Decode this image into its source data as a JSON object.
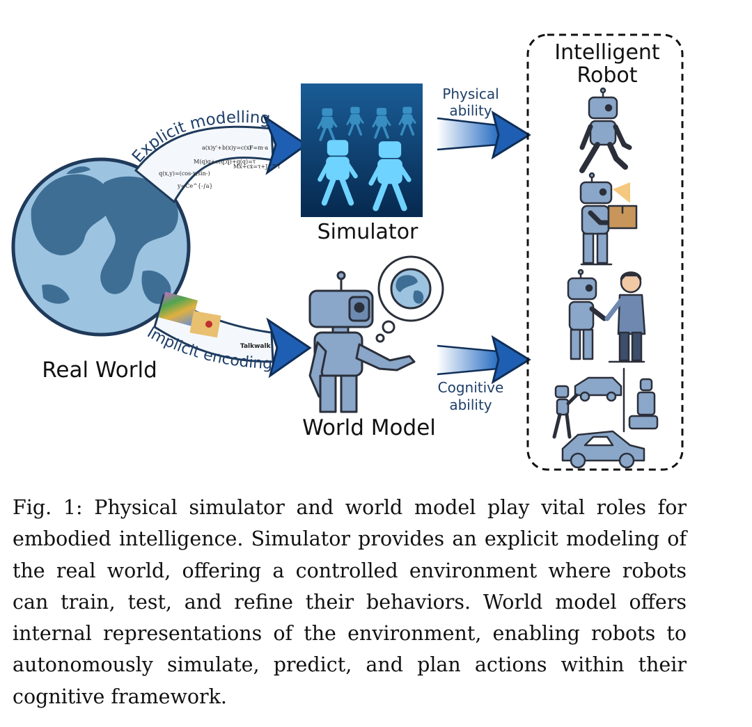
{
  "labels": {
    "real_world": "Real World",
    "simulator": "Simulator",
    "world_model": "World Model",
    "intelligent_robot_line1": "Intelligent",
    "intelligent_robot_line2": "Robot",
    "explicit_modelling": "Explicit modelling",
    "implicit_encoding": "Implicit encoding",
    "physical_line1": "Physical",
    "physical_line2": "ability",
    "cognitive_line1": "Cognitive",
    "cognitive_line2": "ability"
  },
  "equations": [
    "q(x,y)=(cos-x,sin-)",
    "a(x)y'+b(x)y=c(x)",
    "M(q)q+c(q,q)+g(q)=τ",
    "F=m·a",
    "y=Ce^{-∫a}",
    "Mẍ+cẋ=τ+J^T f"
  ],
  "video_tag": "Talkwalk",
  "caption": "Fig. 1: Physical simulator and world model play vital roles for embodied intelligence. Simulator provides an explicit modeling of the real world, offering a controlled environment where robots can train, test, and refine their behaviors. World model offers internal representations of the environment, enabling robots to autonomously simulate, predict, and plan actions within their cognitive framework.",
  "colors": {
    "arrow_blue": "#1f5fb3",
    "globe_ocean": "#9cc3e0",
    "globe_land": "#3f6e95",
    "robot_body": "#8aa6c8",
    "sim_bg": "#0d3b6e",
    "sim_robot": "#56c4f5"
  }
}
